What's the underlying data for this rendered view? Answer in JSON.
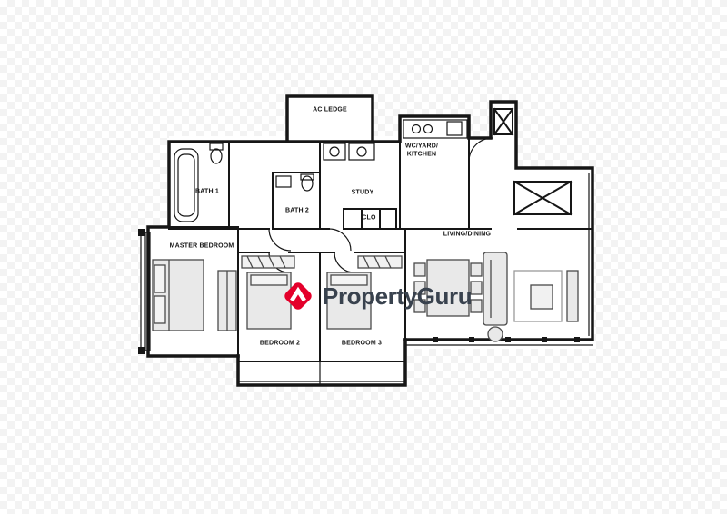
{
  "watermark": {
    "brand": "PropertyGuru",
    "icon": "propertyguru-diamond-chevron-icon",
    "icon_color": "#E4002B",
    "text_color": "#39424E"
  },
  "floorplan": {
    "wall_color": "#161616",
    "rooms": [
      {
        "label": "AC LEDGE"
      },
      {
        "label": "BATH 1"
      },
      {
        "label": "BATH 2"
      },
      {
        "label": "STUDY"
      },
      {
        "label": "WC/YARD/ KITCHEN"
      },
      {
        "label": "CLO"
      },
      {
        "label": "LIVING/DINING"
      },
      {
        "label": "MASTER BEDROOM"
      },
      {
        "label": "BEDROOM 2"
      },
      {
        "label": "BEDROOM 3"
      }
    ]
  }
}
